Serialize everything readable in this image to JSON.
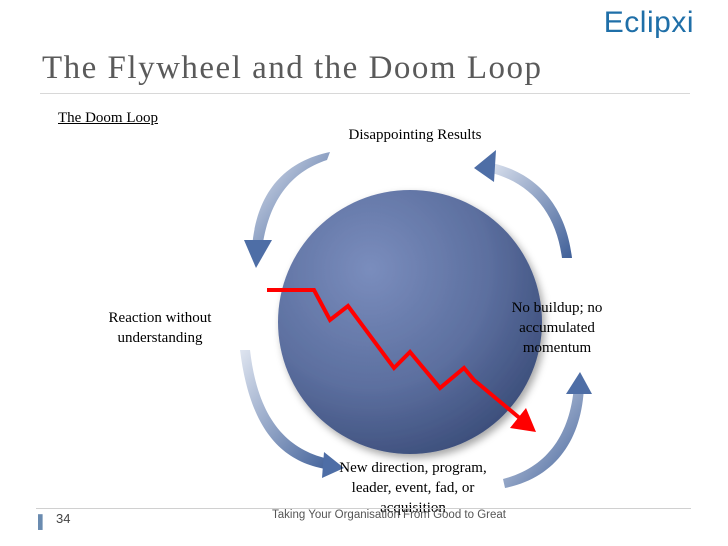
{
  "header": {
    "logo_text": "Eclipxi",
    "title": "The Flywheel and the Doom Loop"
  },
  "section": {
    "subtitle": "The Doom Loop"
  },
  "diagram": {
    "labels": {
      "top": "Disappointing Results",
      "right": "No buildup; no accumulated momentum",
      "bottom": "New direction, program, leader, event, fad, or acquisition",
      "left": "Reaction without understanding"
    },
    "colors": {
      "circle": "#5c6f9f",
      "arrows": "#4e6ea6",
      "decline_line": "#ff0000"
    }
  },
  "footer": {
    "page_marker": "▌",
    "page_number": "34",
    "text": "Taking Your Organisation From Good to Great"
  }
}
